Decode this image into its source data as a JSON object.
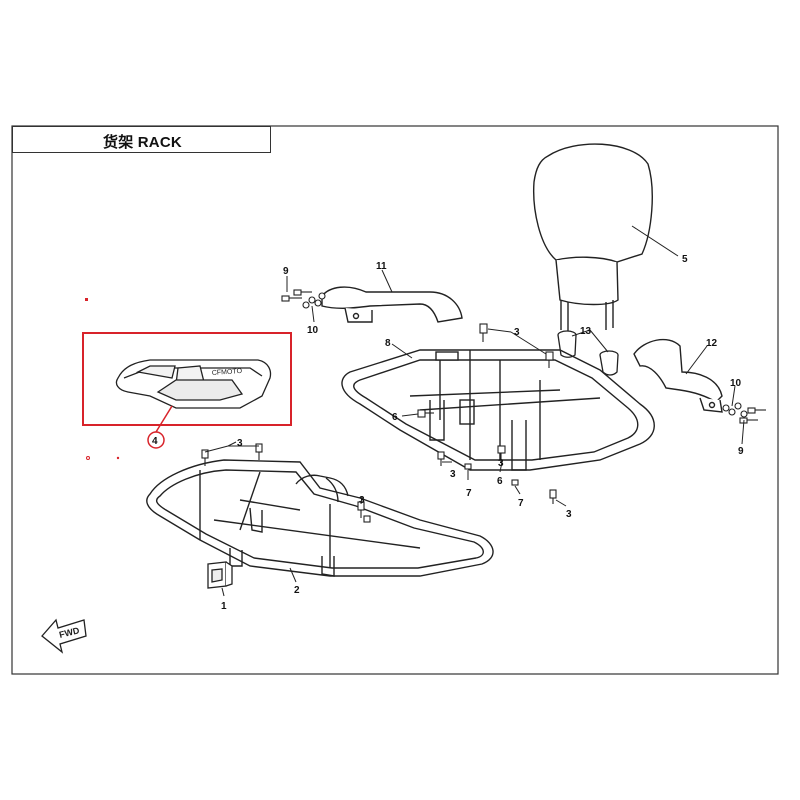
{
  "title": "货架 RACK",
  "highlight_color": "#d8232a",
  "line_color": "#222222",
  "fwd_label": "FWD",
  "emblem_text": "CFMOTO",
  "callouts": {
    "c1": "1",
    "c2": "2",
    "c3a": "3",
    "c3b": "3",
    "c3c": "3",
    "c3d": "3",
    "c3e": "3",
    "c3f": "3",
    "c4": "4",
    "c5": "5",
    "c6a": "6",
    "c6b": "6",
    "c7a": "7",
    "c7b": "7",
    "c8": "8",
    "c9a": "9",
    "c9b": "9",
    "c10a": "10",
    "c10b": "10",
    "c11": "11",
    "c12": "12",
    "c13": "13"
  }
}
